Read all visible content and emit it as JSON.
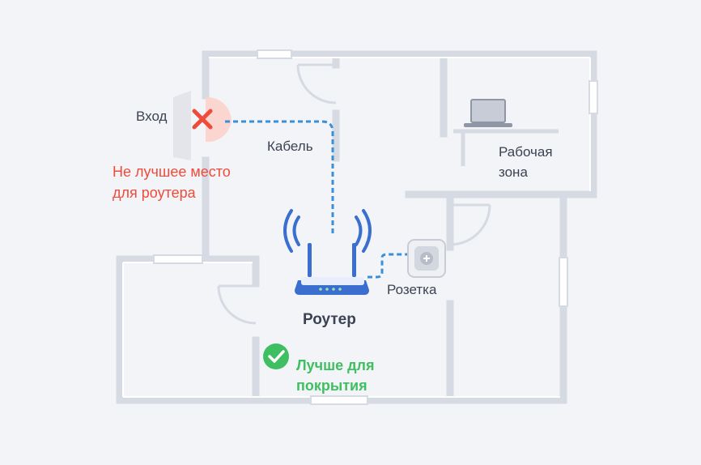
{
  "labels": {
    "entrance": "Вход",
    "cable": "Кабель",
    "bad_place_line1": "Не лучшее место",
    "bad_place_line2": "для роутера",
    "workspace_line1": "Рабочая",
    "workspace_line2": "зона",
    "outlet": "Розетка",
    "router": "Роутер",
    "good_line1": "Лучше для",
    "good_line2": "покрытия"
  },
  "colors": {
    "background": "#f3f4f7",
    "wall": "#d6dae2",
    "cable": "#3b8fd6",
    "wifi_waves": "#3a6fd0",
    "router_body": "#3a6fd0",
    "bad": "#ee4b3b",
    "good": "#3fbf62",
    "text": "#3b4252"
  },
  "icons": {
    "bad_marker": "cross-icon",
    "good_marker": "check-circle-icon",
    "router": "router-icon",
    "outlet": "power-outlet-icon",
    "laptop": "laptop-icon",
    "wifi": "wifi-signal-icon"
  }
}
